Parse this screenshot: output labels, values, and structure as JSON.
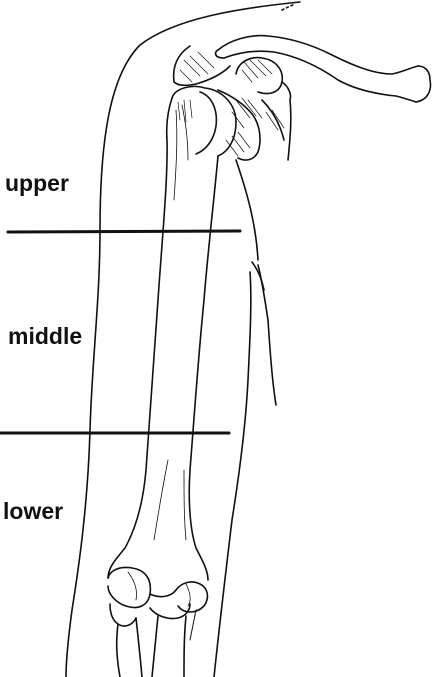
{
  "diagram": {
    "labels": {
      "upper": "upper",
      "middle": "middle",
      "lower": "lower"
    },
    "line_color": "#111111",
    "background": "#ffffff"
  }
}
